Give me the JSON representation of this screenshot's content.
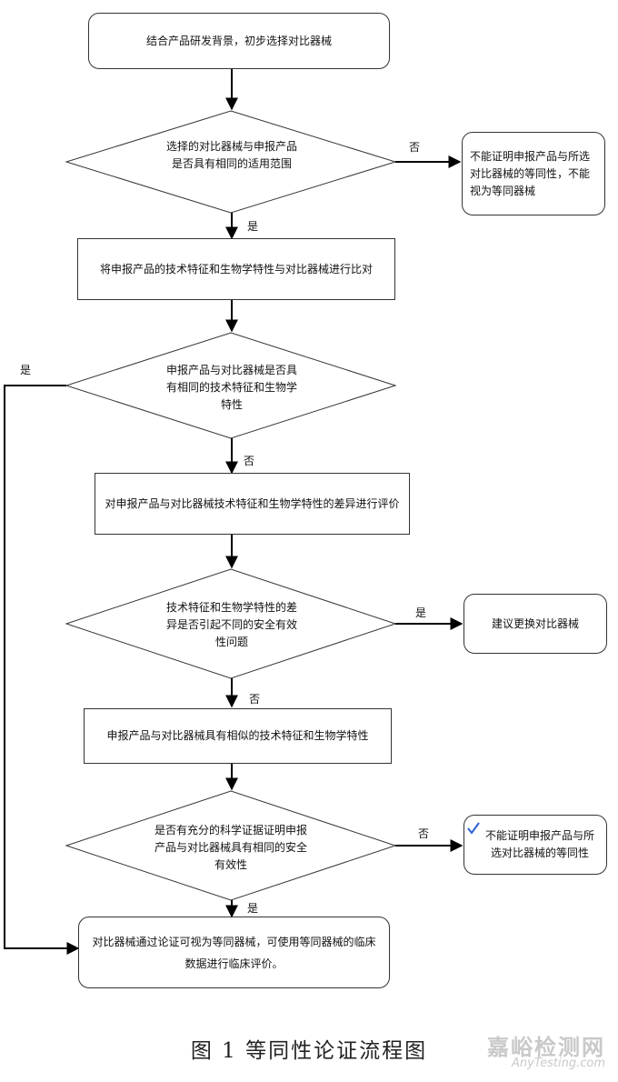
{
  "flowchart": {
    "steps": {
      "start": "结合产品研发背景，初步选择对比器械",
      "compare": "将申报产品的技术特征和生物学特性与对比器械进行比对",
      "evaluate": "对申报产品与对比器械技术特征和生物学特性的差异进行评价",
      "similar": "申报产品与对比器械具有相似的技术特征和生物学特性",
      "final": "对比器械通过论证可视为等同器械，可使用等同器械的临床数据进行临床评价。"
    },
    "decisions": {
      "d1": "选择的对比器械与申报产品是否具有相同的适用范围",
      "d2": "申报产品与对比器械是否具有相同的技术特征和生物学特性",
      "d3": "技术特征和生物学特性的差异是否引起不同的安全有效性问题",
      "d4": "是否有充分的科学证据证明申报产品与对比器械具有相同的安全有效性"
    },
    "outcomes": {
      "o1": "不能证明申报产品与所选对比器械的等同性，不能视为等同器械",
      "o2": "建议更换对比器械",
      "o3": "不能证明申报产品与所选对比器械的等同性"
    },
    "labels": {
      "yes": "是",
      "no": "否"
    }
  },
  "caption": "图 1 等同性论证流程图",
  "watermark": {
    "cn": "嘉峪检测网",
    "en": "AnyTesting.com"
  }
}
